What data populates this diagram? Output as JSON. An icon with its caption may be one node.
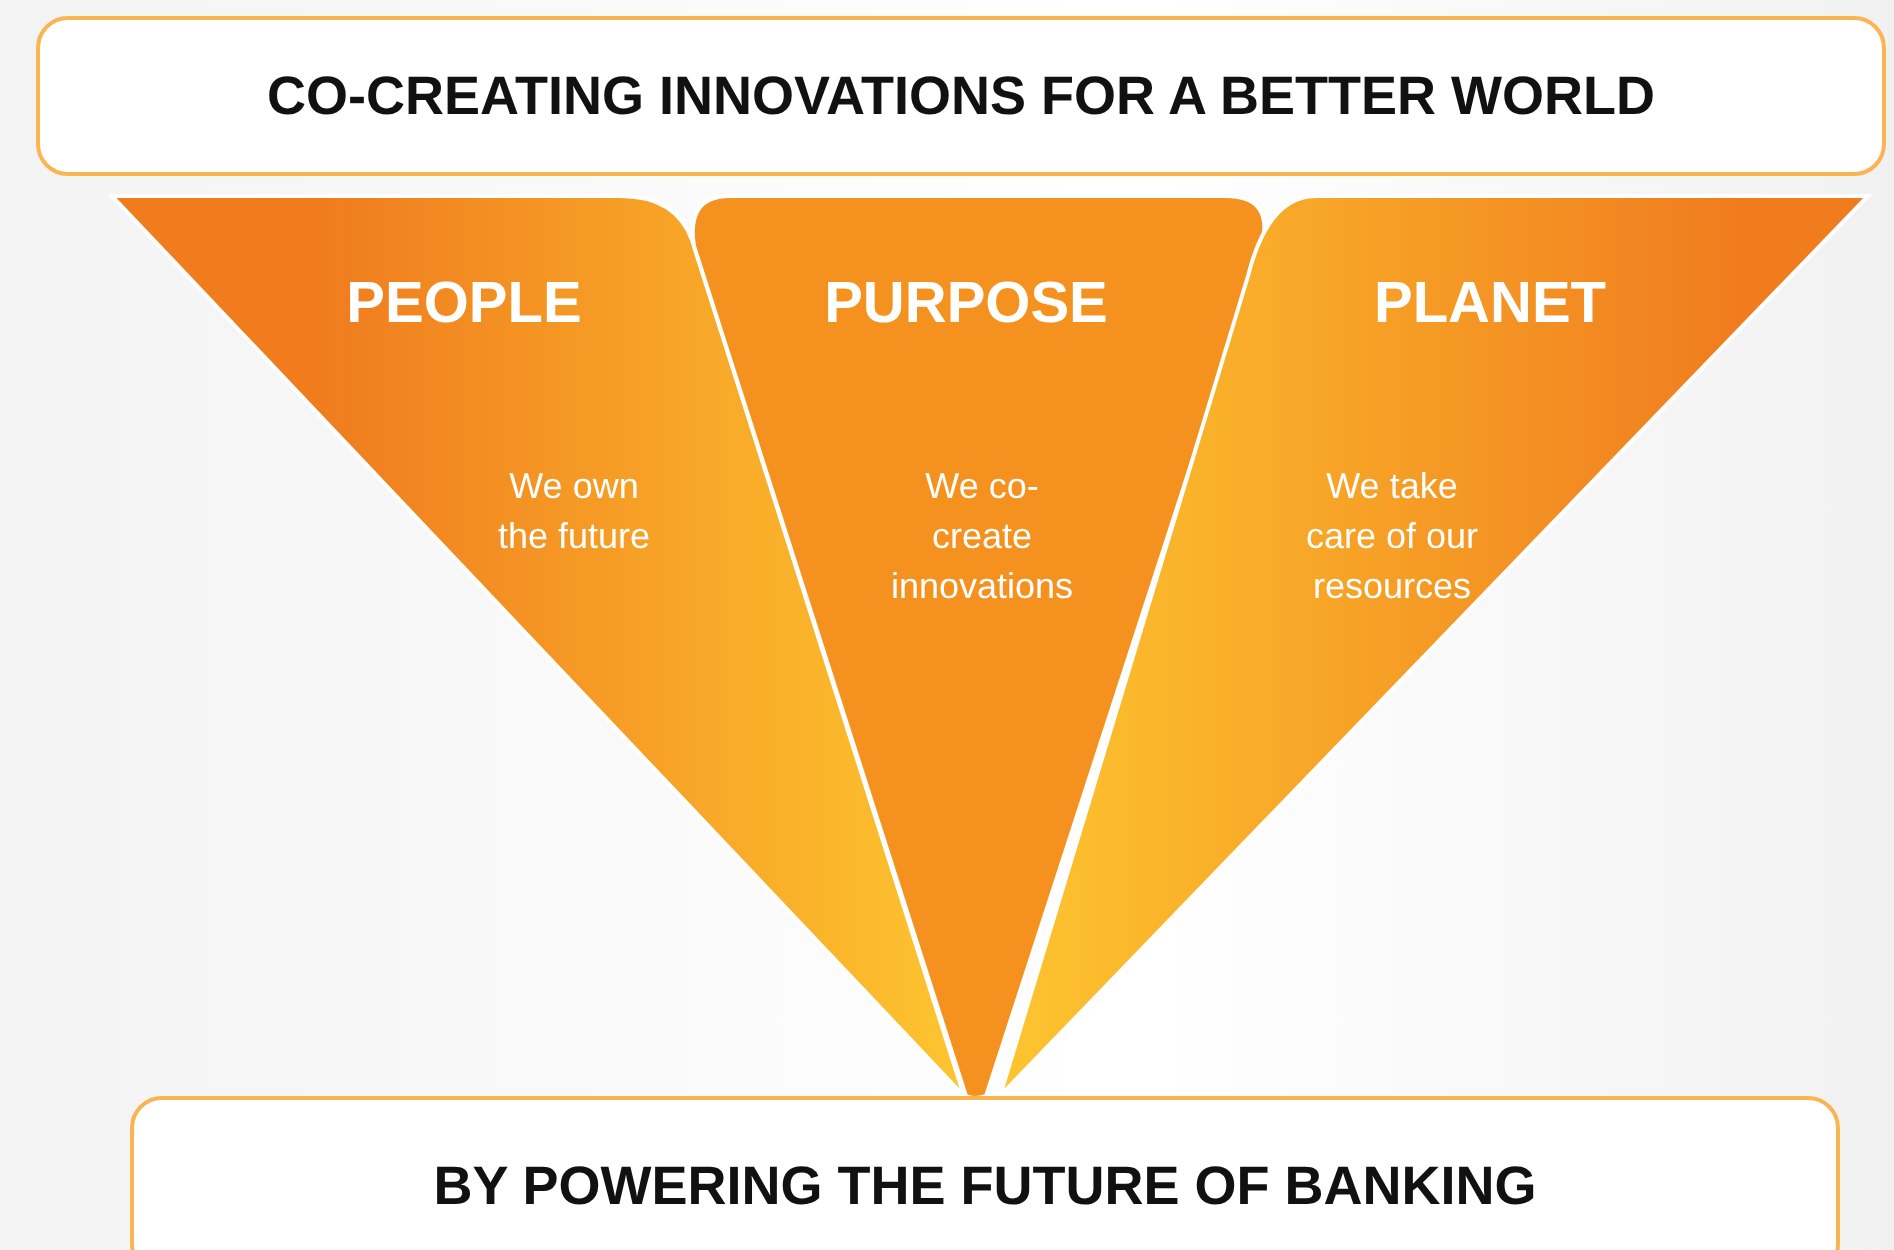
{
  "diagram": {
    "nodes": [
      {
        "text": [
          "CO-CREATING INNOVATIONS FOR A BETTER WORLD"
        ]
      },
      {
        "text": [
          "PEOPLE",
          "We own the future"
        ]
      },
      {
        "text": [
          "PURPOSE",
          "We co-create innovations"
        ]
      },
      {
        "text": [
          "PLANET",
          "We take care of our resources"
        ]
      },
      {
        "text": [
          "BY POWERING THE FUTURE OF BANKING"
        ]
      }
    ],
    "edges": []
  }
}
